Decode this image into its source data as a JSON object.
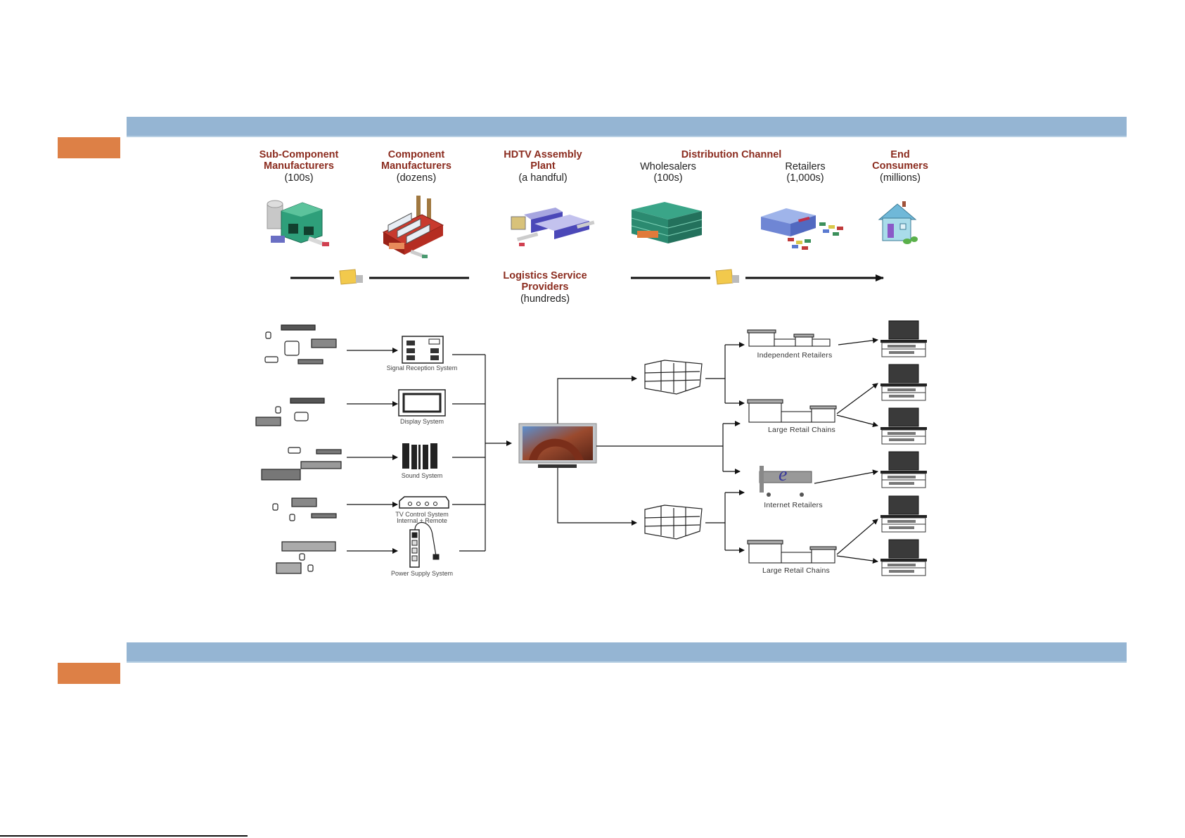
{
  "page": {
    "colors": {
      "band": "#95b5d3",
      "tab": "#dd8046",
      "stage_title": "#8b2c1f",
      "truck": "#f2c94c"
    }
  },
  "stages": [
    {
      "title": "Sub-Component Manufacturers",
      "title_line1": "Sub-Component",
      "title_line2": "Manufacturers",
      "count": "(100s)",
      "icon": "factory-green-icon"
    },
    {
      "title": "Component Manufacturers",
      "title_line1": "Component",
      "title_line2": "Manufacturers",
      "count": "(dozens)",
      "icon": "factory-red-icon"
    },
    {
      "title": "HDTV Assembly Plant",
      "title_line1": "HDTV Assembly",
      "title_line2": "Plant",
      "count": "(a handful)",
      "icon": "assembly-plant-icon"
    },
    {
      "title": "Distribution Channel",
      "icon": "warehouse-icon"
    },
    {
      "title": "End Consumers",
      "title_line1": "End",
      "title_line2": "Consumers",
      "count": "(millions)",
      "icon": "house-icon"
    }
  ],
  "distribution": {
    "title": "Distribution Channel",
    "wholesalers": {
      "label": "Wholesalers",
      "count": "(100s)"
    },
    "retailers": {
      "label": "Retailers",
      "count": "(1,000s)",
      "icon": "retail-store-icon"
    }
  },
  "logistics": {
    "line1": "Logistics Service",
    "line2": "Providers",
    "count": "(hundreds)",
    "icon": "truck-icon"
  },
  "subsystems": [
    {
      "label": "Signal Reception System"
    },
    {
      "label": "Display System"
    },
    {
      "label": "Sound System"
    },
    {
      "label": "TV Control System",
      "label2": "Internal + Remote"
    },
    {
      "label": "Power Supply System"
    }
  ],
  "hub": {
    "icon": "hdtv-icon"
  },
  "wholesale_nodes": [
    {
      "icon": "pallet-icon"
    },
    {
      "icon": "pallet-icon"
    }
  ],
  "retail_nodes": [
    {
      "label": "Independent Retailers"
    },
    {
      "label": "Large Retail Chains"
    },
    {
      "label": "Internet Retailers"
    },
    {
      "label": "Large Retail Chains"
    }
  ],
  "consumer_nodes": 6
}
